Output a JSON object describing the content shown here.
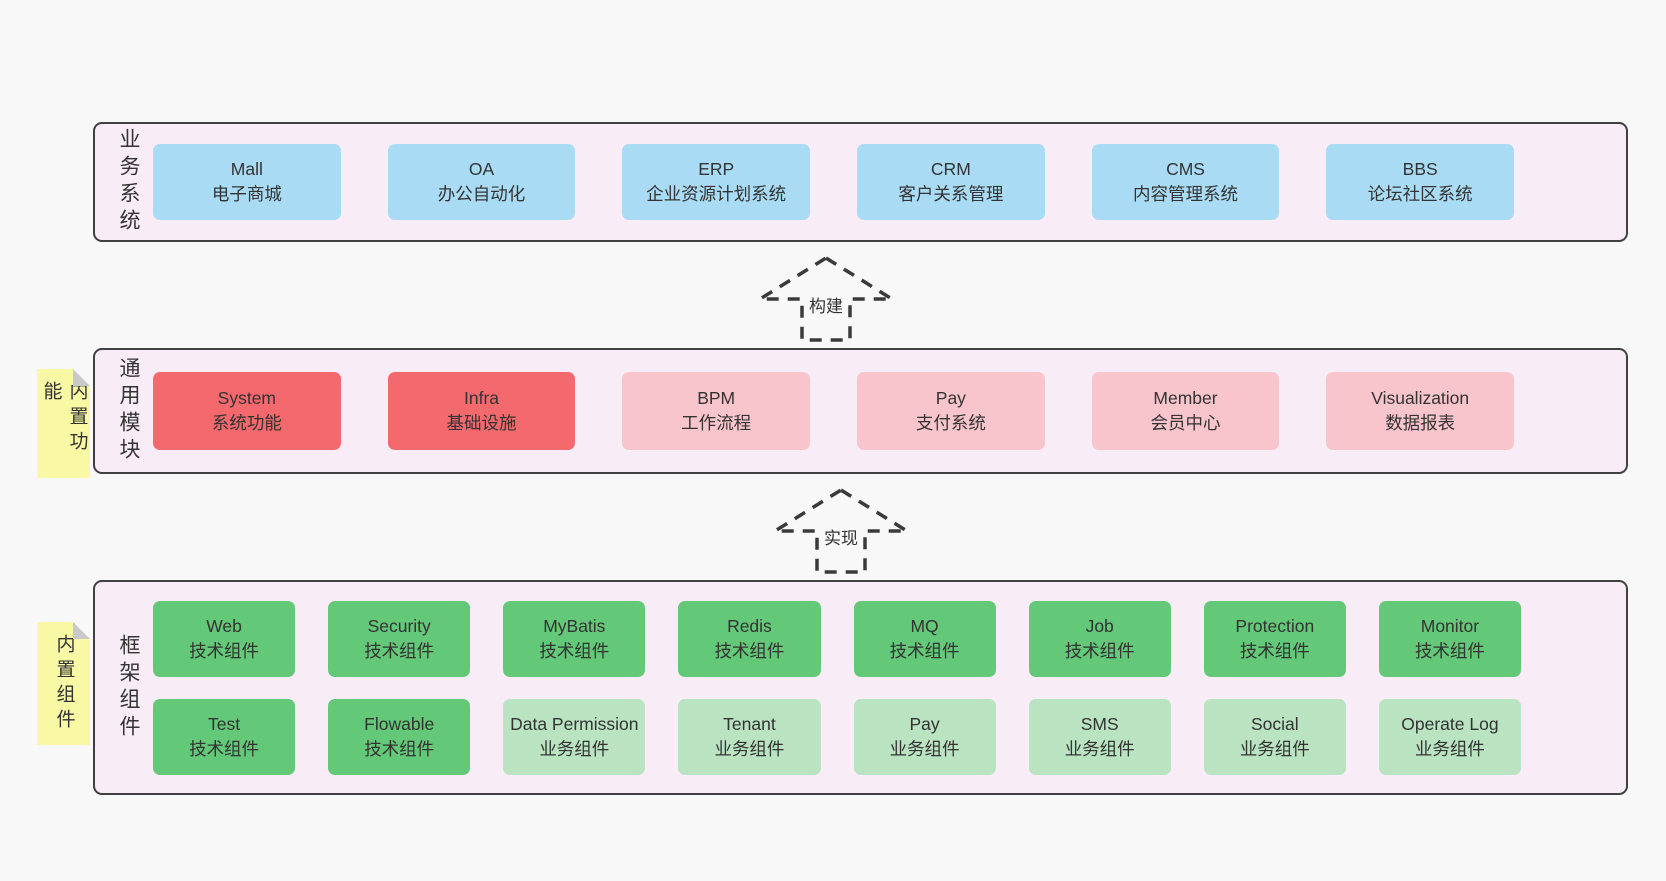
{
  "diagram": {
    "layers": [
      {
        "label": "业务系统",
        "boxes": [
          {
            "name": "Mall",
            "desc": "电子商城",
            "tone": "blue"
          },
          {
            "name": "OA",
            "desc": "办公自动化",
            "tone": "blue"
          },
          {
            "name": "ERP",
            "desc": "企业资源计划系统",
            "tone": "blue"
          },
          {
            "name": "CRM",
            "desc": "客户关系管理",
            "tone": "blue"
          },
          {
            "name": "CMS",
            "desc": "内容管理系统",
            "tone": "blue"
          },
          {
            "name": "BBS",
            "desc": "论坛社区系统",
            "tone": "blue"
          }
        ]
      },
      {
        "label": "通用模块",
        "note": "内置功能",
        "boxes": [
          {
            "name": "System",
            "desc": "系统功能",
            "tone": "red"
          },
          {
            "name": "Infra",
            "desc": "基础设施",
            "tone": "red"
          },
          {
            "name": "BPM",
            "desc": "工作流程",
            "tone": "pink"
          },
          {
            "name": "Pay",
            "desc": "支付系统",
            "tone": "pink"
          },
          {
            "name": "Member",
            "desc": "会员中心",
            "tone": "pink"
          },
          {
            "name": "Visualization",
            "desc": "数据报表",
            "tone": "pink"
          }
        ]
      },
      {
        "label": "框架组件",
        "note": "内置组件",
        "rows": [
          [
            {
              "name": "Web",
              "desc": "技术组件",
              "tone": "green"
            },
            {
              "name": "Security",
              "desc": "技术组件",
              "tone": "green"
            },
            {
              "name": "MyBatis",
              "desc": "技术组件",
              "tone": "green"
            },
            {
              "name": "Redis",
              "desc": "技术组件",
              "tone": "green"
            },
            {
              "name": "MQ",
              "desc": "技术组件",
              "tone": "green"
            },
            {
              "name": "Job",
              "desc": "技术组件",
              "tone": "green"
            },
            {
              "name": "Protection",
              "desc": "技术组件",
              "tone": "green"
            },
            {
              "name": "Monitor",
              "desc": "技术组件",
              "tone": "green"
            }
          ],
          [
            {
              "name": "Test",
              "desc": "技术组件",
              "tone": "green"
            },
            {
              "name": "Flowable",
              "desc": "技术组件",
              "tone": "green"
            },
            {
              "name": "Data Permission",
              "desc": "业务组件",
              "tone": "lgreen"
            },
            {
              "name": "Tenant",
              "desc": "业务组件",
              "tone": "lgreen"
            },
            {
              "name": "Pay",
              "desc": "业务组件",
              "tone": "lgreen"
            },
            {
              "name": "SMS",
              "desc": "业务组件",
              "tone": "lgreen"
            },
            {
              "name": "Social",
              "desc": "业务组件",
              "tone": "lgreen"
            },
            {
              "name": "Operate Log",
              "desc": "业务组件",
              "tone": "lgreen"
            }
          ]
        ]
      }
    ],
    "arrows": [
      {
        "label": "构建"
      },
      {
        "label": "实现"
      }
    ],
    "colors": {
      "page_bg": "#f8f8f8",
      "container_bg": "#f8edf6",
      "container_border": "#404040",
      "blue": "#a9dcf4",
      "red": "#f4696d",
      "pink": "#f9c5cc",
      "green": "#63c878",
      "light_green": "#b9e3c1",
      "note_yellow": "#f9f9a5",
      "note_fold_gray": "#c9c9c9",
      "text": "#333333"
    }
  }
}
